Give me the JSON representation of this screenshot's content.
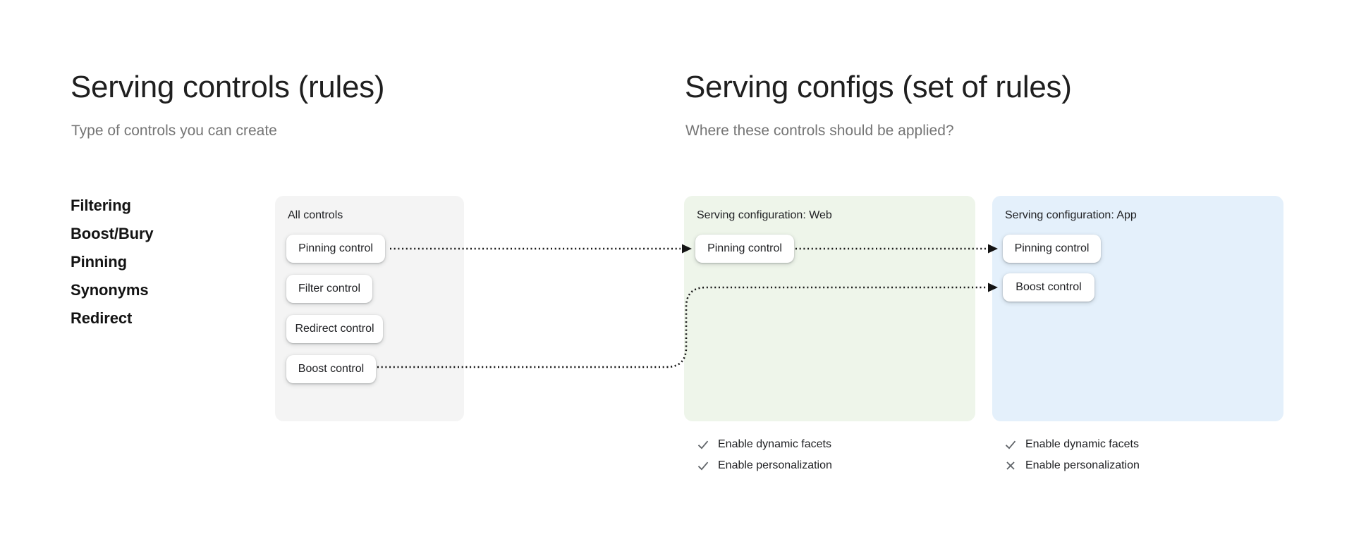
{
  "controls_section": {
    "title": "Serving controls (rules)",
    "subtitle": "Type of controls you can create",
    "control_types": [
      "Filtering",
      "Boost/Bury",
      "Pinning",
      "Synonyms",
      "Redirect"
    ],
    "all_controls": {
      "label": "All controls",
      "items": [
        "Pinning control",
        "Filter control",
        "Redirect control",
        "Boost control"
      ]
    }
  },
  "configs_section": {
    "title": "Serving configs (set of rules)",
    "subtitle": "Where these controls should be applied?",
    "web": {
      "label": "Serving configuration: Web",
      "items": [
        "Pinning control"
      ],
      "features": [
        {
          "label": "Enable dynamic facets",
          "state": "enabled"
        },
        {
          "label": "Enable personalization",
          "state": "enabled"
        }
      ]
    },
    "app": {
      "label": "Serving configuration: App",
      "items": [
        "Pinning control",
        "Boost control"
      ],
      "features": [
        {
          "label": "Enable dynamic facets",
          "state": "enabled"
        },
        {
          "label": "Enable personalization",
          "state": "disabled"
        }
      ]
    }
  },
  "colors": {
    "web_card_bg": "#eef5ea",
    "app_card_bg": "#e4f0fb",
    "all_controls_card_bg": "#f4f4f4",
    "heading_text": "#1f1f1f",
    "muted_text": "#757575",
    "icon_gray": "#5f6368",
    "arrow": "#141414"
  }
}
